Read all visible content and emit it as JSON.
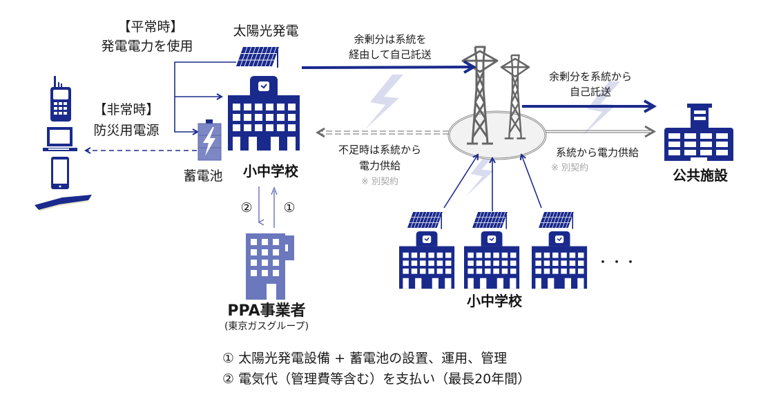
{
  "colors": {
    "navy": "#1a2a8c",
    "medium_blue": "#6b78bd",
    "gray_line": "#6b6b6b",
    "lightning": "#d9dcee",
    "grid_ellipse": "#f2f2f2",
    "note_gray": "#a6a6a6"
  },
  "labels": {
    "normal_time_title": "【平常時】",
    "normal_time_desc": "発電電力を使用",
    "emergency_title": "【非常時】",
    "emergency_desc": "防災用電源",
    "solar": "太陽光発電",
    "battery": "蓄電池",
    "school_main": "小中学校",
    "surplus_via_grid_1": "余剰分は系統を",
    "surplus_via_grid_2": "経由して自己託送",
    "shortage_1": "不足時は系統から",
    "shortage_2": "電力供給",
    "separate_contract_1": "※ 別契約",
    "surplus_to_public_1": "余剰分を系統から",
    "surplus_to_public_2": "自己託送",
    "grid_supply": "系統から電力供給",
    "separate_contract_2": "※ 別契約",
    "public_facility": "公共施設",
    "schools_group": "小中学校",
    "ellipsis": "・・・",
    "ppa_name": "PPA事業者",
    "ppa_group": "(東京ガスグループ)",
    "circle_1": "①",
    "circle_2": "②"
  },
  "legend": [
    "① 太陽光発電設備 + 蓄電池の設置、運用、管理",
    "② 電気代（管理費等含む）を支払い（最長20年間）"
  ],
  "devices": [
    "radio-transceiver",
    "laptop",
    "smartphone",
    "mat"
  ]
}
